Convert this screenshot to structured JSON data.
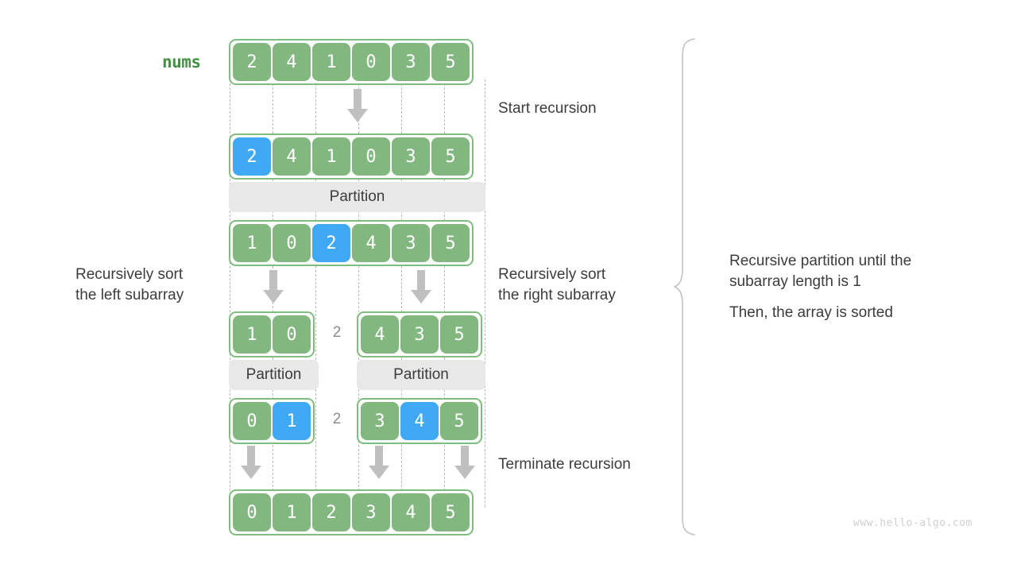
{
  "title": "Quick sort recursive partition diagram",
  "label": {
    "nums": "nums"
  },
  "watermark": "www.hello-algo.com",
  "colors": {
    "cell_green": "#82b87f",
    "cell_pivot_blue": "#3fa9f5",
    "array_border_green": "#7fbd7f",
    "partition_grey": "#e8e8e8",
    "arrow_grey": "#bfbfbf",
    "guide_grey": "#b9b9b9",
    "text_dark": "#3c3c3c",
    "nums_green": "#449044",
    "watermark_grey": "#cfcfcf"
  },
  "rows": [
    {
      "id": "row-initial",
      "name": "initial-array",
      "values": [
        "2",
        "4",
        "1",
        "0",
        "3",
        "5"
      ],
      "pivot_index": null
    },
    {
      "id": "row-pivot-selected",
      "name": "pivot-selected-array",
      "values": [
        "2",
        "4",
        "1",
        "0",
        "3",
        "5"
      ],
      "pivot_index": 0
    },
    {
      "id": "row-after-partition",
      "name": "after-partition-array",
      "values": [
        "1",
        "0",
        "2",
        "4",
        "3",
        "5"
      ],
      "pivot_index": 2
    },
    {
      "id": "row-split-level2",
      "name": "split-subarrays-level2",
      "left_values": [
        "1",
        "0"
      ],
      "middle_value": "2",
      "right_values": [
        "4",
        "3",
        "5"
      ],
      "left_pivot_index": null,
      "right_pivot_index": null
    },
    {
      "id": "row-split-level3",
      "name": "split-subarrays-level3",
      "left_values": [
        "0",
        "1"
      ],
      "middle_value": "2",
      "right_values": [
        "3",
        "4",
        "5"
      ],
      "left_pivot_index": 1,
      "right_pivot_index": 1
    },
    {
      "id": "row-sorted",
      "name": "sorted-array",
      "values": [
        "0",
        "1",
        "2",
        "3",
        "4",
        "5"
      ],
      "pivot_index": null
    }
  ],
  "partition_bars": [
    {
      "name": "partition-bar-root",
      "label": "Partition"
    },
    {
      "name": "partition-bar-left",
      "label": "Partition"
    },
    {
      "name": "partition-bar-right",
      "label": "Partition"
    }
  ],
  "annotations": [
    {
      "name": "annotation-start-recursion",
      "text": "Start recursion"
    },
    {
      "name": "annotation-left-subarray",
      "text": "Recursively sort\nthe left subarray"
    },
    {
      "name": "annotation-right-subarray",
      "text": "Recursively sort\nthe right subarray"
    },
    {
      "name": "annotation-terminate-recursion",
      "text": "Terminate recursion"
    },
    {
      "name": "annotation-brace-summary-line1",
      "text": "Recursive partition until the"
    },
    {
      "name": "annotation-brace-summary-line2",
      "text": "subarray length is 1"
    },
    {
      "name": "annotation-brace-summary-line3",
      "text": "Then, the array is sorted"
    }
  ]
}
